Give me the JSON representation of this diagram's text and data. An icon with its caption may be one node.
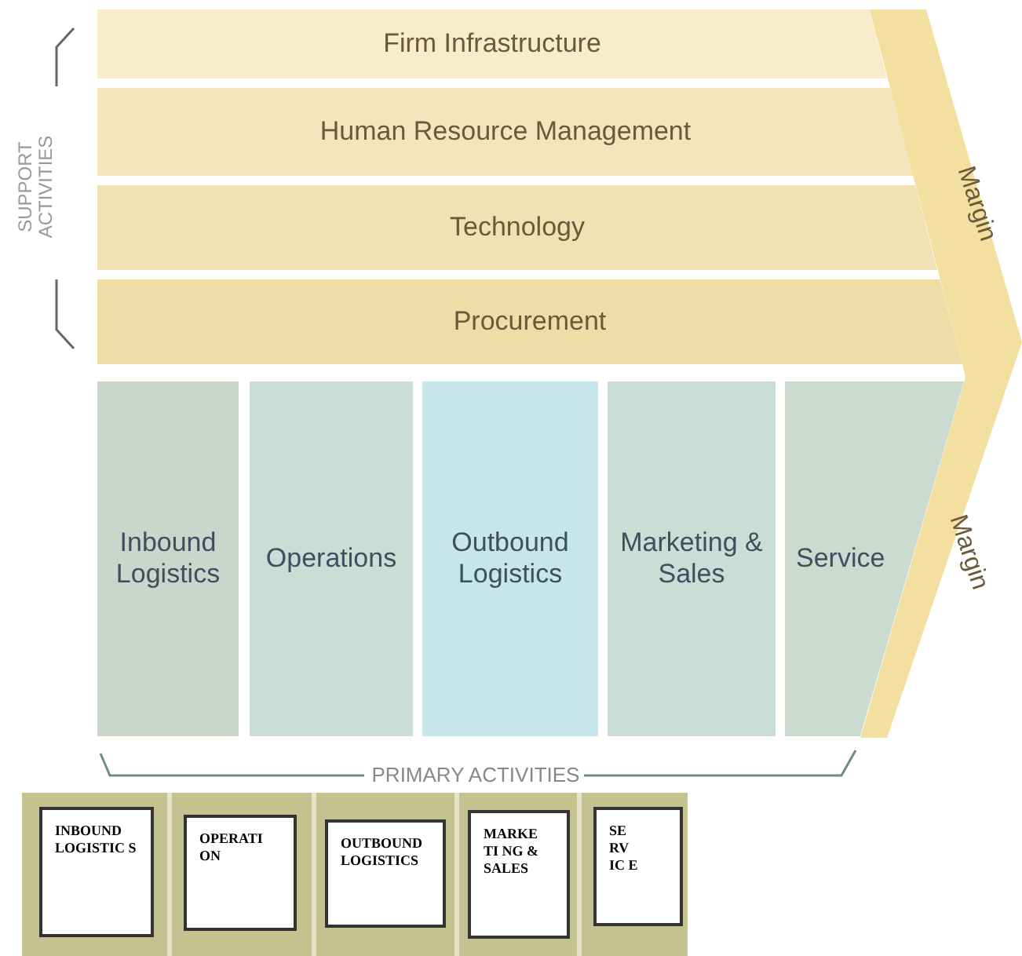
{
  "diagram": {
    "nodes": [
      {
        "text": [
          "Firm Infrastructure"
        ]
      },
      {
        "text": [
          "Human Resource Management"
        ]
      },
      {
        "text": [
          "Technology"
        ]
      },
      {
        "text": [
          "Procurement"
        ]
      },
      {
        "text": [
          "Margin",
          "Margin"
        ]
      },
      {
        "text": [
          "Inbound Logistics"
        ]
      },
      {
        "text": [
          "Operations"
        ]
      },
      {
        "text": [
          "Outbound Logistics"
        ]
      },
      {
        "text": [
          "Marketing & Sales"
        ]
      },
      {
        "text": [
          "Service"
        ]
      },
      {
        "text": [
          "INBOUND LOGISTIC S"
        ]
      },
      {
        "text": [
          "OPERATI ON"
        ]
      },
      {
        "text": [
          "OUTBOUND LOGISTICS"
        ]
      },
      {
        "text": [
          "MARKE TI NG & SALES"
        ]
      },
      {
        "text": [
          "SE RV IC E"
        ]
      }
    ],
    "labels": [
      "SUPPORT ACTIVITIES",
      "PRIMARY ACTIVITIES"
    ]
  }
}
